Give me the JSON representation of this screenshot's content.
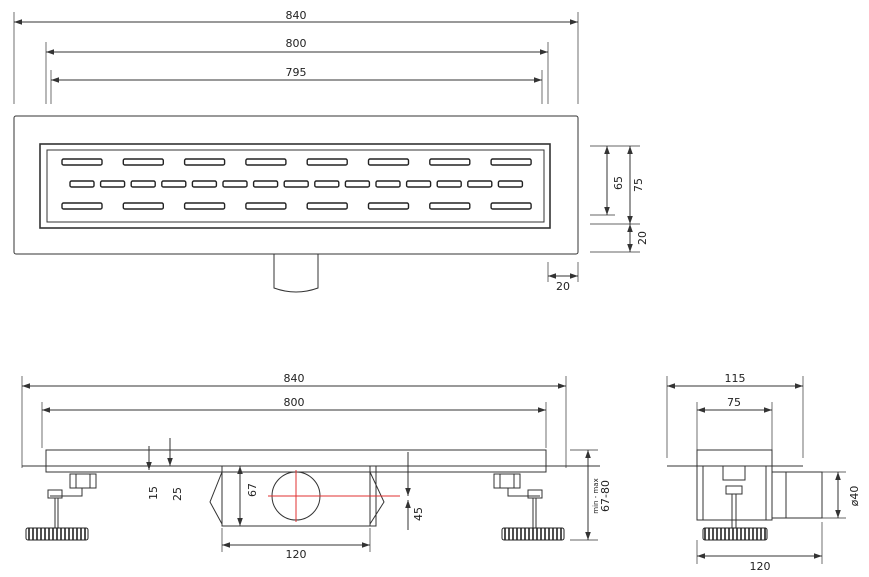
{
  "top_view": {
    "width_outer": "840",
    "width_mid": "800",
    "width_inner": "795",
    "height_grate": "65",
    "height_body": "75",
    "height_flange": "20",
    "width_flange": "20"
  },
  "front_view": {
    "width_outer": "840",
    "width_inner": "800",
    "dim_15": "15",
    "dim_25": "25",
    "dim_67": "67",
    "dim_45": "45",
    "outlet_width": "120",
    "height_range": "67-80",
    "height_range_note": "min - max"
  },
  "side_view": {
    "width_total": "115",
    "width_inner": "75",
    "outlet_diameter": "ø40",
    "base_width": "120"
  },
  "colors": {
    "line": "#333333",
    "centerline": "#e03030"
  }
}
